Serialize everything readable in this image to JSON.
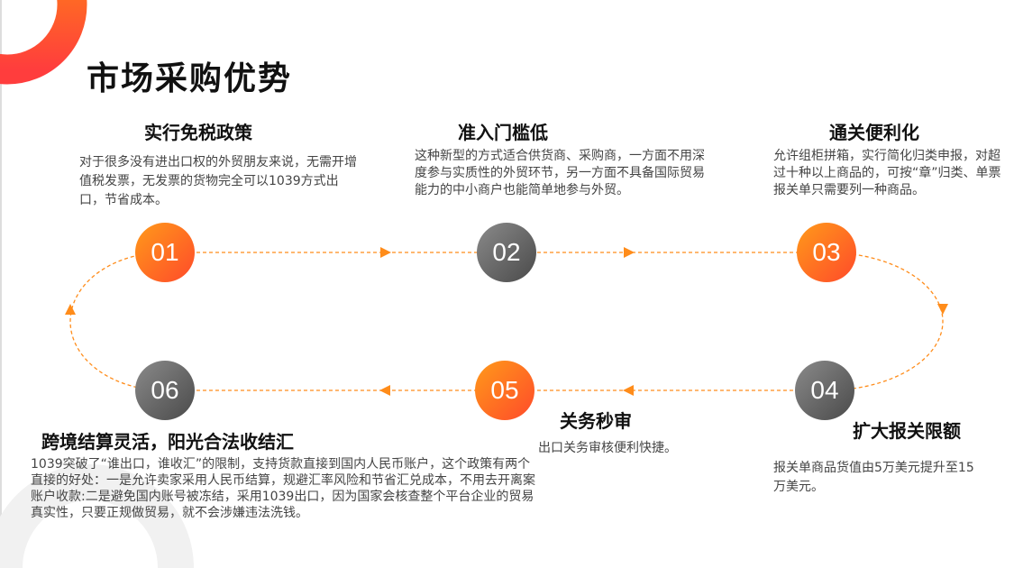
{
  "title": "市场采购优势",
  "colors": {
    "accent": "#ff7a1a",
    "accent_red": "#ff4a2a",
    "gray": "#5a5a5a"
  },
  "steps": [
    {
      "num": "01",
      "heading": "实行免税政策",
      "text": "对于很多没有进出口权的外贸朋友来说，无需开增值税发票，无发票的货物完全可以1039方式出口，节省成本。"
    },
    {
      "num": "02",
      "heading": "准入门槛低",
      "text": "这种新型的方式适合供货商、采购商，一方面不用深度参与实质性的外贸环节，另一方面不具备国际贸易能力的中小商户也能简单地参与外贸。"
    },
    {
      "num": "03",
      "heading": "通关便利化",
      "text": "允许组柜拼箱，实行简化归类申报，对超过十种以上商品的，可按“章”归类、单票报关单只需要列一种商品。"
    },
    {
      "num": "04",
      "heading": "扩大报关限额",
      "text": "报关单商品货值由5万美元提升至15万美元。"
    },
    {
      "num": "05",
      "heading": "关务秒审",
      "text": "出口关务审核便利快捷。"
    },
    {
      "num": "06",
      "heading": "跨境结算灵活，阳光合法收结汇",
      "text": "1039突破了“谁出口，谁收汇”的限制，支持货款直接到国内人民币账户，这个政策有两个直接的好处：一是允许卖家采用人民币结算，规避汇率风险和节省汇兑成本，不用去开离案账户收款:二是避免国内账号被冻结，采用1039出口，因为国家会核查整个平台企业的贸易真实性，只要正规做贸易，就不会涉嫌违法洗钱。"
    }
  ]
}
